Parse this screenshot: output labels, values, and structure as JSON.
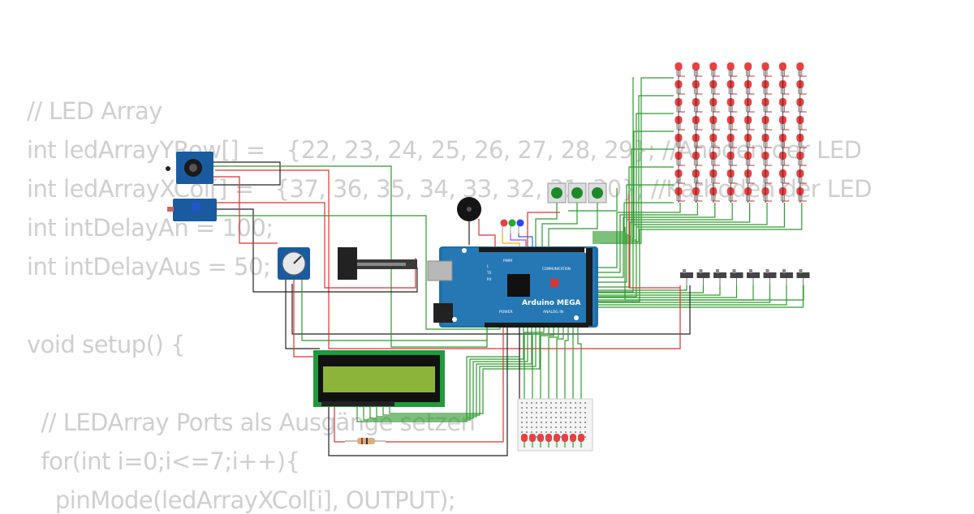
{
  "code_lines": [
    "// LED Array",
    "int ledArrayYRow[] =   {22, 23, 24, 25, 26, 27, 28, 29}; //Anoden der LED",
    "int ledArrayXCol[] =   {37, 36, 35, 34, 33, 32, 31, 30}; //Kathoden der LED",
    "int intDelayAn = 100;",
    "int intDelayAus = 50;",
    "",
    "void setup() {",
    "",
    "  // LEDArray Ports als Ausgänge setzen",
    "  for(int i=0;i<=7;i++){",
    "    pinMode(ledArrayXCol[i], OUTPUT);"
  ],
  "board": {
    "name": "Arduino MEGA",
    "pwm_label": "PWM",
    "comm_label": "COMMUNICATION",
    "power_label": "POWER",
    "analog_label": "ANALOG IN",
    "tx_label": "TX",
    "rx_label": "RX",
    "l_label": "L"
  },
  "colors": {
    "board": "#1f6fa8",
    "wire_green": "#2e9a2e",
    "wire_red": "#e03030",
    "wire_black": "#222222",
    "led_red": "#e84040",
    "led_green": "#22aa33",
    "led_blue": "#3344ee",
    "button": "#1d8a2a",
    "lcd_screen": "#8cb33a",
    "code_text": "#cfcfcf"
  },
  "icons": [
    "buzzer-icon",
    "potentiometer-icon",
    "slide-potentiometer-icon",
    "ir-receiver-icon",
    "sensor-module-icon",
    "resistor-icon"
  ]
}
